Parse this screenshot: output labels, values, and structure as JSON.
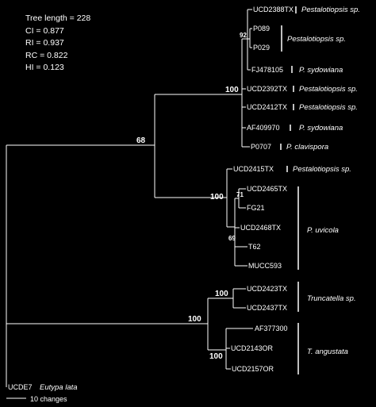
{
  "stats": {
    "tree_length": "Tree length = 228",
    "ci": "CI = 0.877",
    "ri": "RI = 0.937",
    "rc": "RC = 0.822",
    "hi": "HI = 0.123"
  },
  "taxa": {
    "ucd2388tx": "UCD2388TX",
    "p089": "P089",
    "p029": "P029",
    "fj478105": "FJ478105",
    "ucd2392tx": "UCD2392TX",
    "ucd2412tx": "UCD2412TX",
    "af409970": "AF409970",
    "p0707": "P0707",
    "ucd2415tx": "UCD2415TX",
    "ucd2465tx": "UCD2465TX",
    "fg21": "FG21",
    "ucd2468tx": "UCD2468TX",
    "t62": "T62",
    "mucc593": "MUCC593",
    "ucd2423tx": "UCD2423TX",
    "ucd2437tx": "UCD2437TX",
    "af377300": "AF377300",
    "ucd2143or": "UCD2143OR",
    "ucd2157or": "UCD2157OR",
    "ucde7": "UCDE7"
  },
  "species": {
    "pestalotiopsis_1": "Pestalotiopsis sp.",
    "pestalotiopsis_2": "Pestalotiopsis sp.",
    "sydowiana_1": "P. sydowiana",
    "pestalotiopsis_3": "Pestalotiopsis sp.",
    "pestalotiopsis_4": "Pestalotiopsis sp.",
    "sydowiana_2": "P. sydowiana",
    "clavispora": "P. clavispora",
    "pestalotiopsis_5": "Pestalotiopsis sp.",
    "uvicola": "P. uvicola",
    "truncatella": "Truncatella sp.",
    "angustata": "T. angustata",
    "eutypa": "Eutypa lata"
  },
  "bootstrap": {
    "b92": "92",
    "b100_pest": "100",
    "b68": "68",
    "b100_uvicola": "100",
    "b71": "71",
    "b69": "69",
    "b100_trunc": "100",
    "b100_outer": "100",
    "b100_ang": "100"
  },
  "scale": {
    "label": "10 changes"
  },
  "colors": {
    "background": "#000000",
    "lines": "#ffffff",
    "text": "#ffffff"
  }
}
